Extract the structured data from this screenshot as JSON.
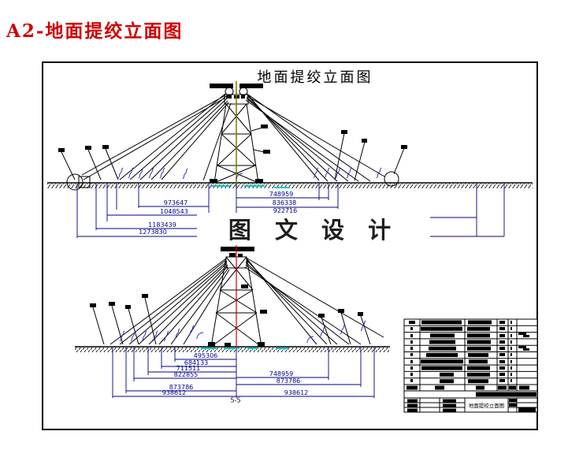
{
  "page": {
    "heading": "A2-地面提绞立面图"
  },
  "drawing": {
    "title": "地面提绞立面图",
    "watermark": "图 文 设 计",
    "section_label": "5-5",
    "upper": {
      "dims_left": [
        "973647",
        "1048543",
        "1183439",
        "1273830"
      ],
      "dims_right": [
        "748959",
        "836338",
        "922716"
      ]
    },
    "lower": {
      "dims_left": [
        "495306",
        "684133",
        "711511",
        "822855",
        "873786",
        "938612"
      ],
      "dims_right": [
        "748959",
        "873786",
        "938612"
      ]
    }
  },
  "titleblock": {
    "caption": "地面提绞立面图"
  },
  "colors": {
    "heading_red": "#d10000",
    "dimension_blue": "#00008b",
    "annotation_blue": "#2424b8",
    "centerline_upper_olive": "#7a7a00",
    "centerline_lower_red": "#cc0000",
    "base_marks_cyan": "#00c8c8",
    "line_black": "#000000"
  }
}
